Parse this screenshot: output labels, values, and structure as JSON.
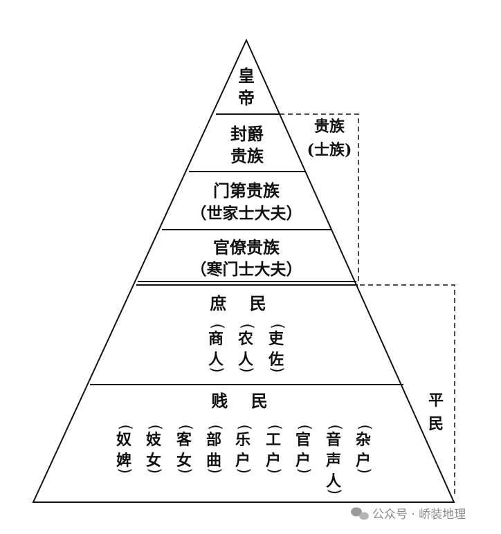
{
  "levels": {
    "emperor": {
      "line1": "皇",
      "line2": "帝"
    },
    "enfeoffed": {
      "line1": "封爵",
      "line2": "贵族"
    },
    "gentry": {
      "line1": "门第贵族",
      "line2": "（世家士大夫）"
    },
    "official": {
      "line1": "官僚贵族",
      "line2": "（寒门士大夫）"
    },
    "commoners": {
      "title": "庶    民",
      "groups": [
        {
          "c1": "商",
          "c2": "人"
        },
        {
          "c1": "农",
          "c2": "人"
        },
        {
          "c1": "吏",
          "c2": "佐"
        }
      ]
    },
    "base": {
      "title": "贱    民",
      "groups": [
        {
          "c1": "奴",
          "c2": "婢"
        },
        {
          "c1": "妓",
          "c2": "女"
        },
        {
          "c1": "客",
          "c2": "女"
        },
        {
          "c1": "部",
          "c2": "曲"
        },
        {
          "c1": "乐",
          "c2": "户"
        },
        {
          "c1": "工",
          "c2": "户"
        },
        {
          "c1": "官",
          "c2": "户"
        },
        {
          "c1": "音",
          "c2": "声",
          "c3": "人"
        },
        {
          "c1": "杂",
          "c2": "户"
        }
      ]
    }
  },
  "side_labels": {
    "aristocracy": {
      "line1": "贵族",
      "line2": "(士族)"
    },
    "pingmin": {
      "line1": "平",
      "line2": "民"
    }
  },
  "watermark": {
    "text": "公众号 · 峤装地理"
  }
}
